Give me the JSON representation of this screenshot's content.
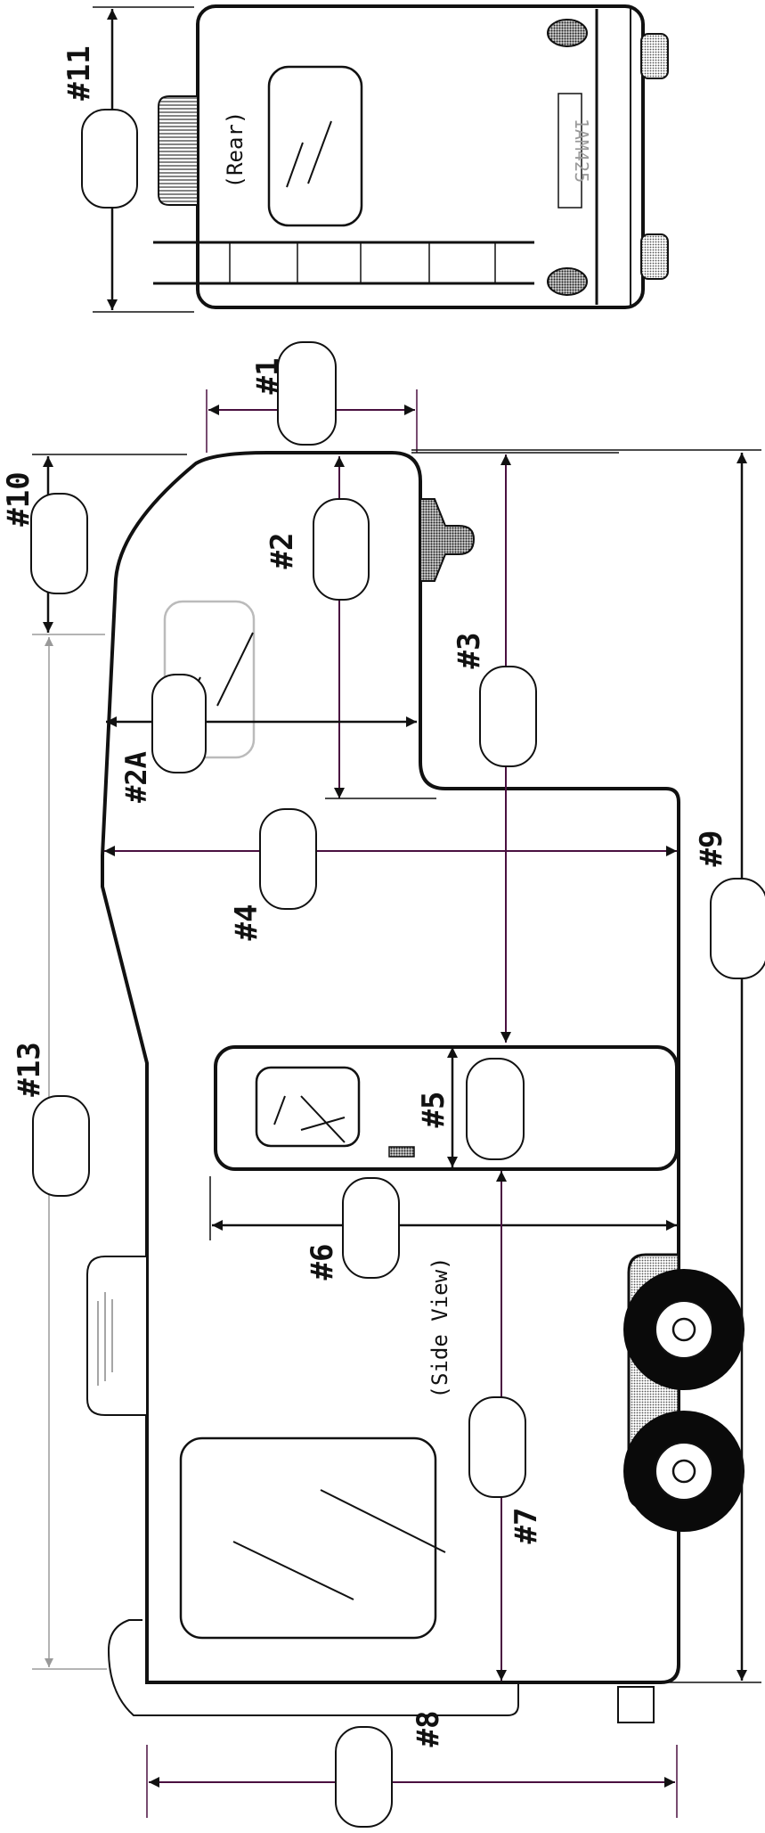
{
  "captions": {
    "rear": "(Rear)",
    "side": "(Side View)",
    "plate": "1AM425"
  },
  "labels": {
    "m1": "#1",
    "m2": "#2",
    "m2a": "#2A",
    "m3": "#3",
    "m4": "#4",
    "m5": "#5",
    "m6": "#6",
    "m7": "#7",
    "m8": "#8",
    "m9": "#9",
    "m10": "#10",
    "m11": "#11",
    "m13": "#13"
  },
  "colors": {
    "dimension_line": "#4a1040",
    "gray_guide": "#b4b4b4",
    "outline": "#111111"
  }
}
